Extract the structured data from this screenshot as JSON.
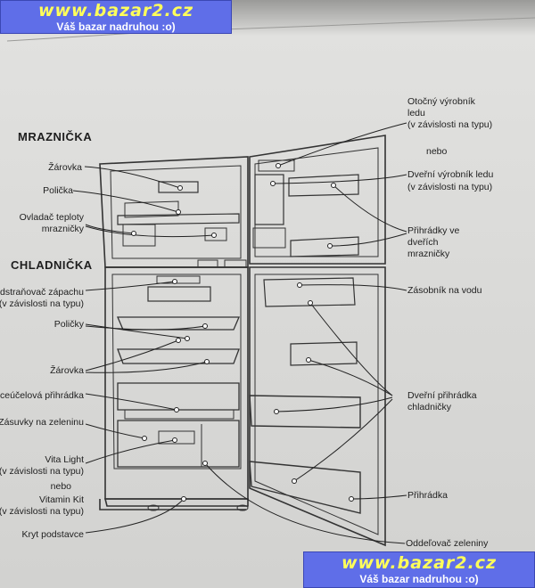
{
  "banner_top": {
    "url": "www.bazar2.cz",
    "subtitle": "Váš bazar nadruhou   :o)"
  },
  "banner_bottom": {
    "url": "www.bazar2.cz",
    "subtitle": "Váš bazar nadruhou   :o)"
  },
  "sections": {
    "freezer": "MRAZNIČKA",
    "fridge": "CHLADNIČKA"
  },
  "left_labels": {
    "zarovka_1": "Žárovka",
    "policka_1": "Polička",
    "ovladac_1": "Ovladač teploty",
    "ovladac_2": "mrazničky",
    "odstranovac_1": "Odstraňovač zápachu",
    "odstranovac_2": "(v závislosti na typu)",
    "policky": "Poličky",
    "zarovka_2": "Žárovka",
    "viceucelova": "Víceúčelová přihrádka",
    "zasuvky": "Zásuvky na zeleninu",
    "vita_1": "Vita Light",
    "vita_2": "(v závislosti na typu)",
    "nebo": "nebo",
    "vitamin_1": "Vitamin Kit",
    "vitamin_2": "(v závislosti na typu)",
    "kryt": "Kryt podstavce"
  },
  "right_labels": {
    "otocny_1": "Otočný výrobník",
    "otocny_2": "ledu",
    "otocny_3": "(v závislosti na typu)",
    "nebo": "nebo",
    "dverni_vyrobnik_1": "Dveřní výrobník ledu",
    "dverni_vyrobnik_2": "(v závislosti na typu)",
    "prihradky_1": "Přihrádky ve",
    "prihradky_2": "dveřích",
    "prihradky_3": "mrazničky",
    "zasobnik": "Zásobník na vodu",
    "dverni_prihradka_1": "Dveřní přihrádka",
    "dverni_prihradka_2": "chladničky",
    "prihradka": "Přihrádka",
    "oddelovac": "Oddeľovač zeleniny"
  }
}
